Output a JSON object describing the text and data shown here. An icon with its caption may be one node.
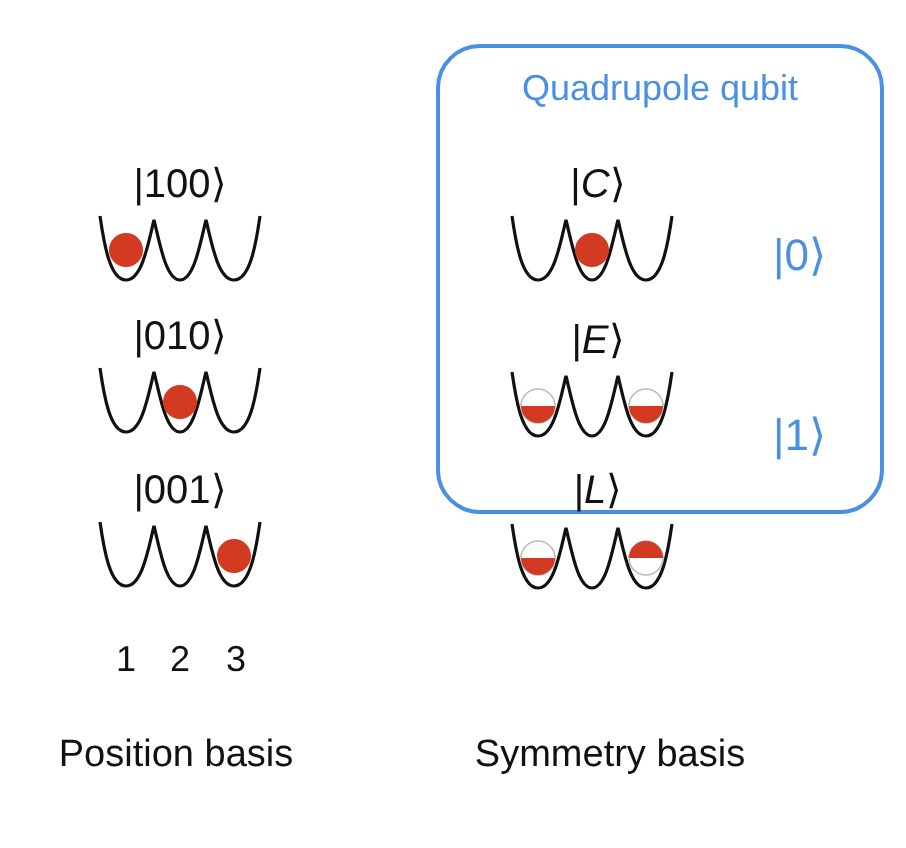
{
  "diagram": {
    "nodes": [
      {
        "text": [
          "Quadrupole qubit"
        ]
      }
    ],
    "labels": [
      "|100⟩",
      "|*C*⟩",
      "|0⟩",
      "|010⟩",
      "|*E*⟩",
      "|1⟩",
      "|001⟩",
      "|*L*⟩",
      "1",
      "2",
      "3",
      "Position basis",
      "Symmetry basis"
    ]
  }
}
